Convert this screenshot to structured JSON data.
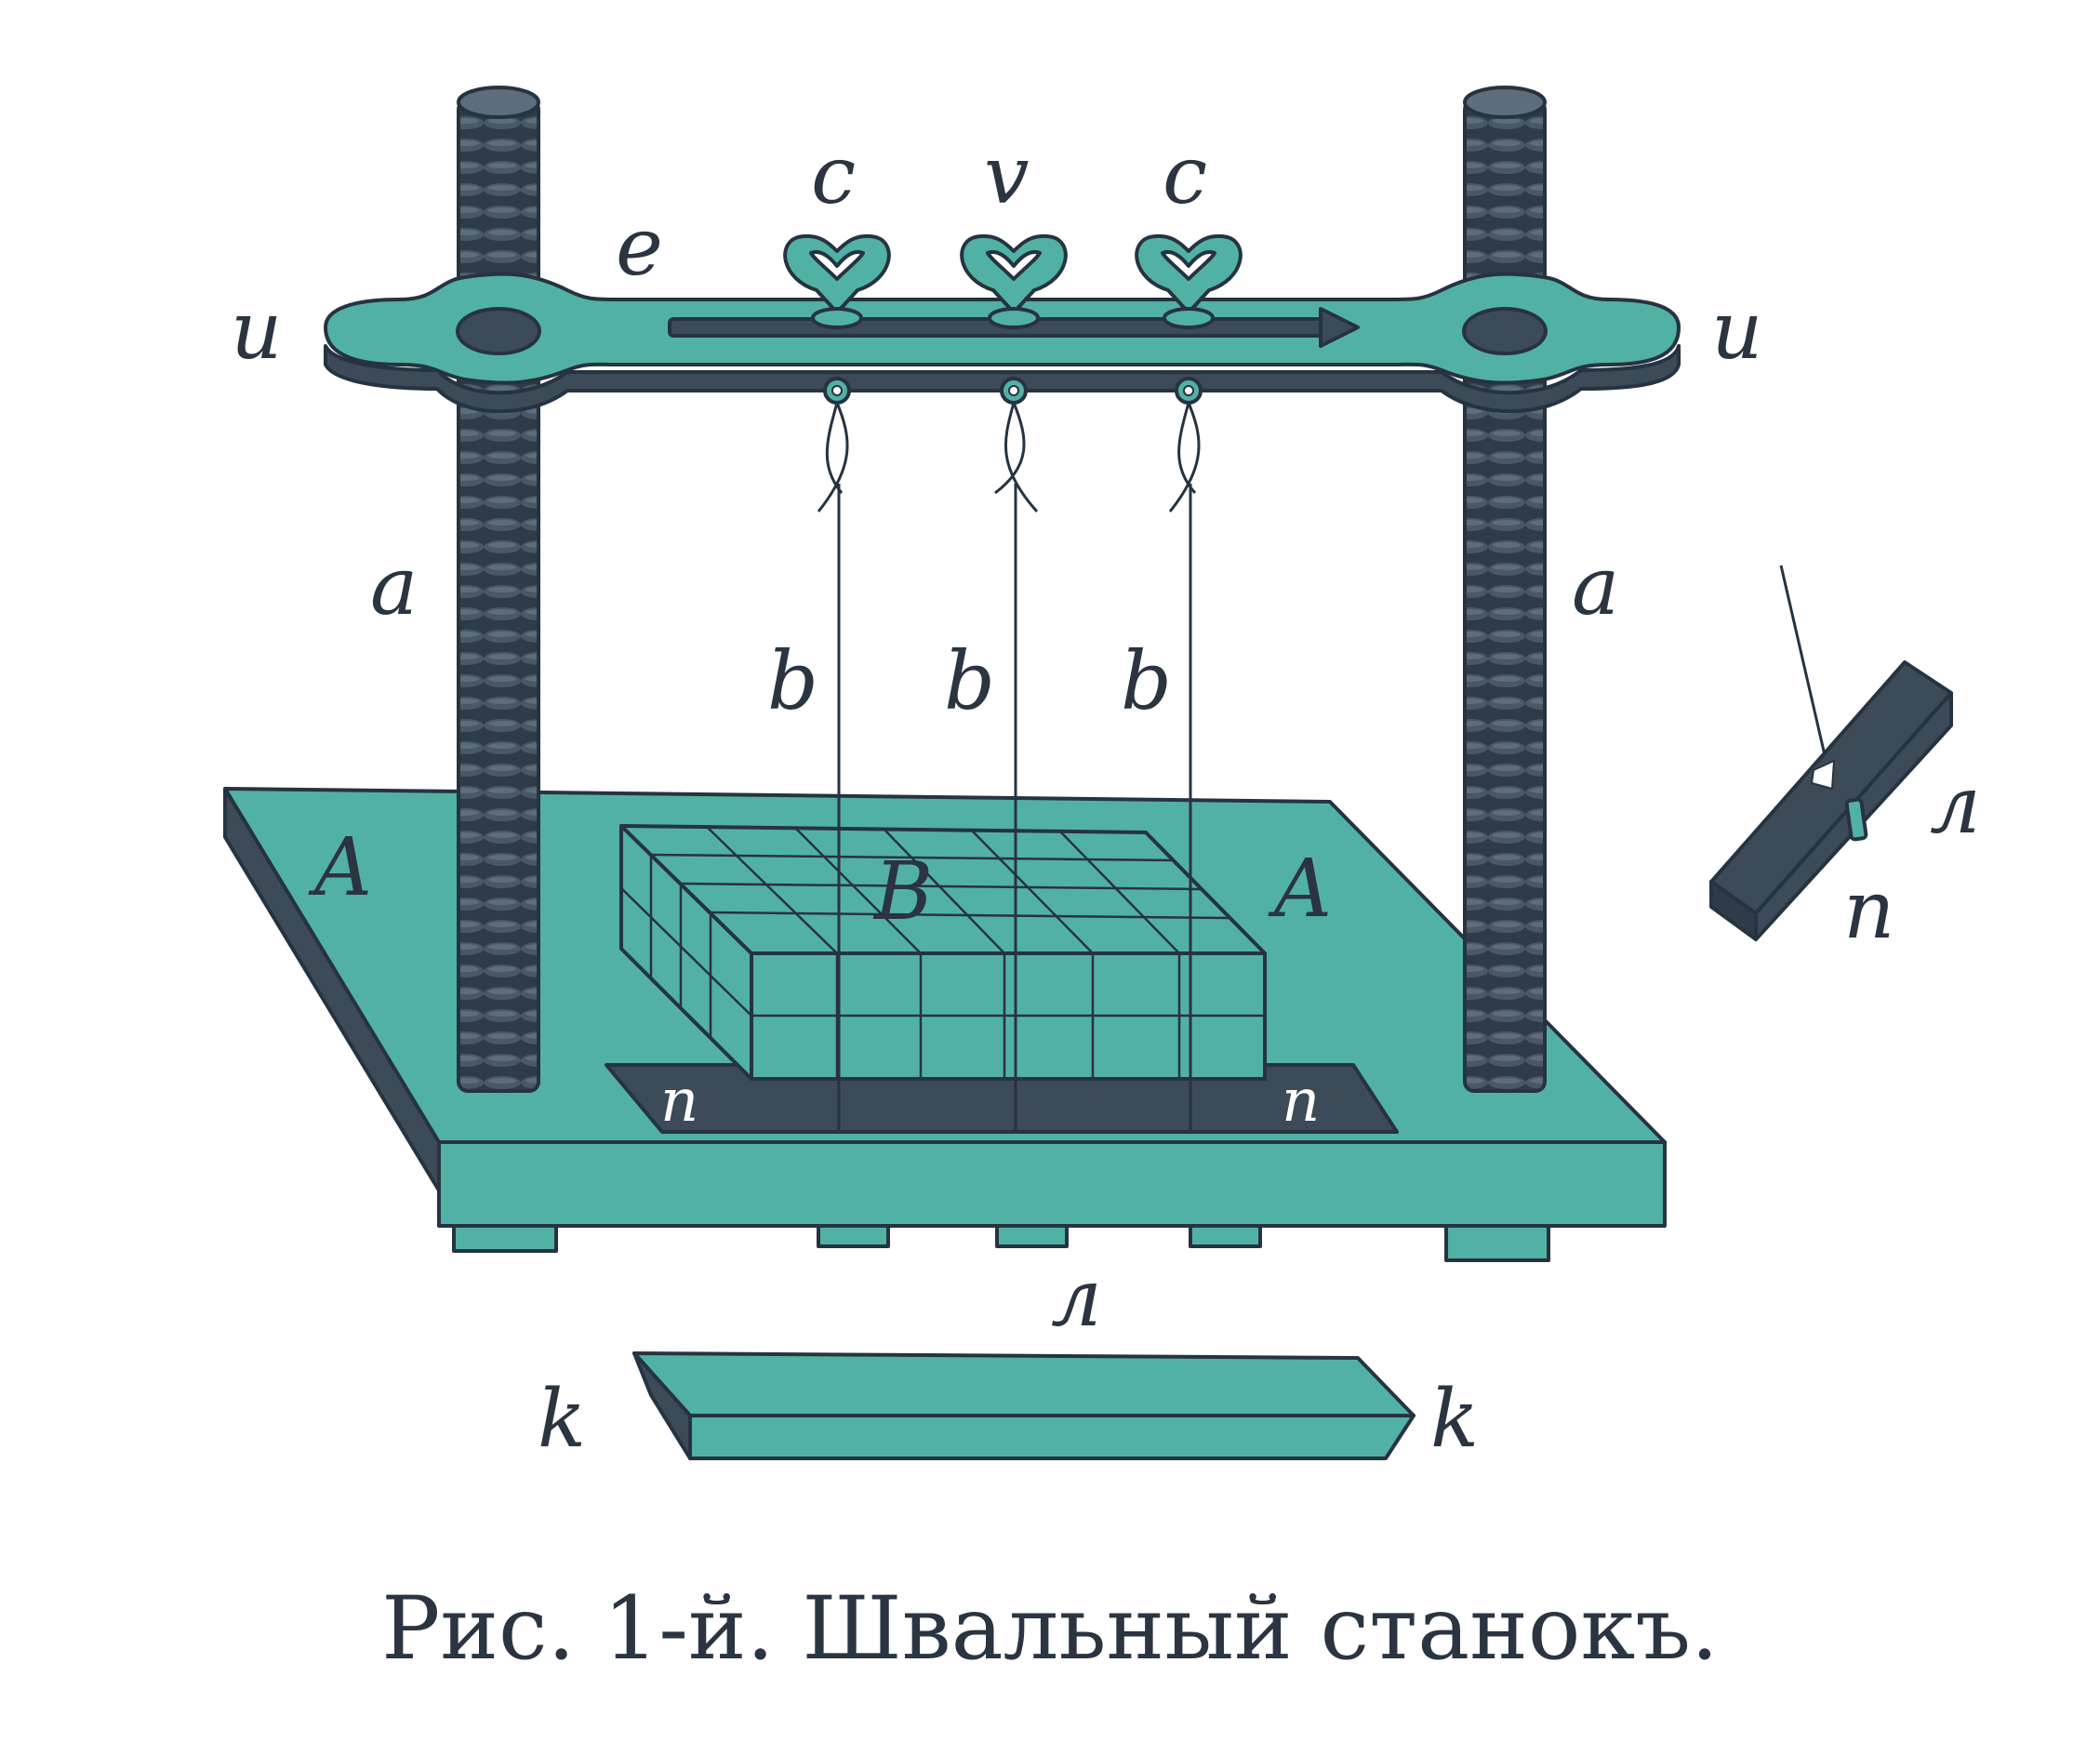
{
  "caption": "Рис. 1-й. Швальный станокъ.",
  "labels": {
    "u_left": "u",
    "u_right": "u",
    "e": "e",
    "c_left": "c",
    "v": "v",
    "c_right": "c",
    "a_left": "a",
    "a_right": "a",
    "b1": "b",
    "b2": "b",
    "b3": "b",
    "A_left": "A",
    "A_right": "A",
    "B": "B",
    "n_left": "n",
    "n_right": "n",
    "l_bottom": "л",
    "k_left": "k",
    "k_right": "k",
    "l_detail": "л",
    "n_detail": "n"
  },
  "colors": {
    "teal": "#52b1a5",
    "teal_dark": "#3a8a80",
    "slate": "#3d4a57",
    "outline": "#263340",
    "text": "#2b3441"
  }
}
